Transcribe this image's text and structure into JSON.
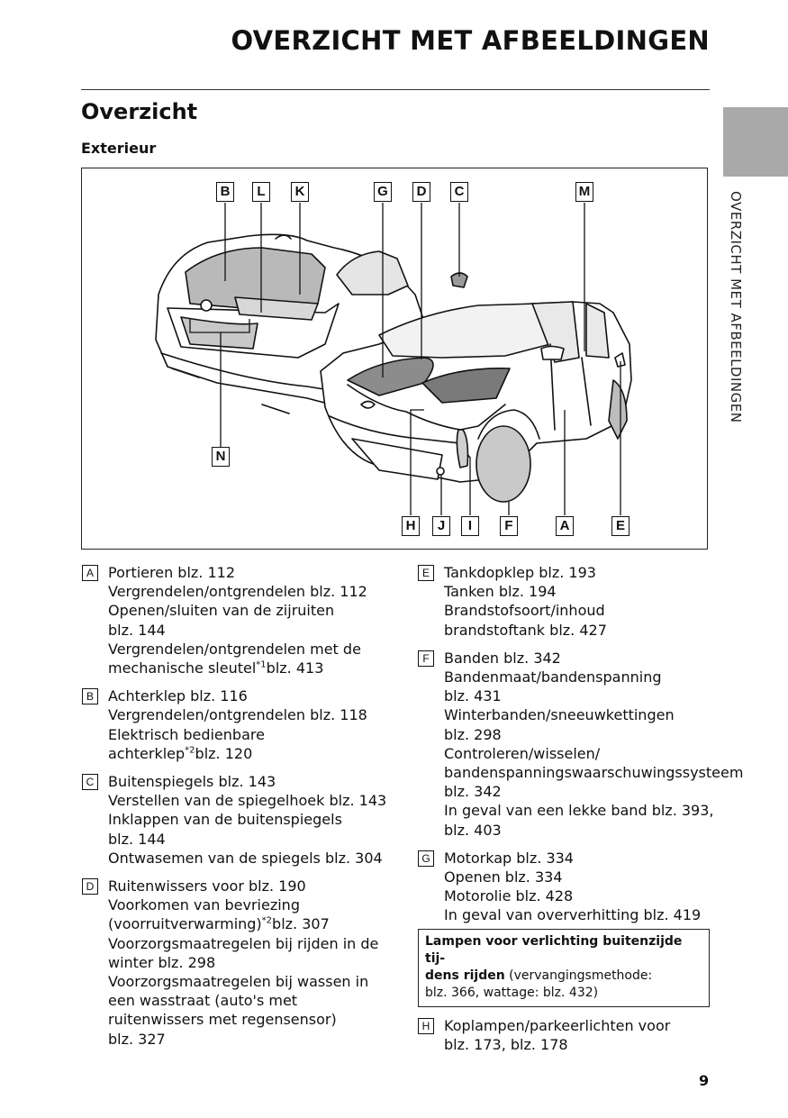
{
  "header": {
    "chapter_title": "OVERZICHT MET AFBEELDINGEN"
  },
  "section": {
    "title": "Overzicht",
    "subtitle": "Exterieur"
  },
  "side_tab": {
    "label": "OVERZICHT MET AFBEELDINGEN"
  },
  "callouts": {
    "B": "B",
    "L": "L",
    "K": "K",
    "G": "G",
    "D": "D",
    "C": "C",
    "M": "M",
    "N": "N",
    "H": "H",
    "J": "J",
    "I": "I",
    "F": "F",
    "A": "A",
    "E": "E"
  },
  "entries_left": [
    {
      "letter": "A",
      "title": "Portieren blz. 112",
      "lines": [
        "Vergrendelen/ontgrendelen blz. 112",
        "Openen/sluiten van de zijruiten",
        "blz. 144",
        "Vergrendelen/ontgrendelen met de"
      ],
      "note_line": {
        "before": "mechanische sleutel",
        "sup": "*1",
        "after": "blz. 413"
      }
    },
    {
      "letter": "B",
      "title": "Achterklep blz. 116",
      "lines": [
        "Vergrendelen/ontgrendelen blz. 118",
        "Elektrisch bedienbare"
      ],
      "note_line": {
        "before": "achterklep",
        "sup": "*2",
        "after": "blz. 120"
      }
    },
    {
      "letter": "C",
      "title": "Buitenspiegels blz. 143",
      "lines": [
        "Verstellen van de spiegelhoek blz. 143",
        "Inklappen van de buitenspiegels",
        "blz. 144",
        "Ontwasemen van de spiegels blz. 304"
      ]
    },
    {
      "letter": "D",
      "title": "Ruitenwissers voor blz. 190",
      "lines": [
        "Voorkomen van bevriezing"
      ],
      "note_line": {
        "before": "(voorruitverwarming)",
        "sup": "*2",
        "after": "blz. 307"
      },
      "lines_after": [
        "Voorzorgsmaatregelen bij rijden in de",
        "winter blz. 298",
        "Voorzorgsmaatregelen bij wassen in",
        "een wasstraat (auto's met",
        "ruitenwissers met regensensor)",
        "blz. 327"
      ]
    }
  ],
  "entries_right": [
    {
      "letter": "E",
      "title": "Tankdopklep blz. 193",
      "lines": [
        "Tanken blz. 194",
        "Brandstofsoort/inhoud",
        "brandstoftank blz. 427"
      ]
    },
    {
      "letter": "F",
      "title": "Banden blz. 342",
      "lines": [
        "Bandenmaat/bandenspanning",
        "blz. 431",
        "Winterbanden/sneeuwkettingen",
        "blz. 298",
        "Controleren/wisselen/",
        "bandenspanningswaarschuwingssysteem",
        "blz. 342",
        "In geval van een lekke band blz. 393,",
        "blz. 403"
      ]
    },
    {
      "letter": "G",
      "title": "Motorkap blz. 334",
      "lines": [
        "Openen blz. 334",
        "Motorolie blz. 428",
        "In geval van oververhitting blz. 419"
      ]
    }
  ],
  "lamp_box": {
    "bold_line1": "Lampen voor verlichting buitenzijde tij-",
    "bold_line2": "dens rijden",
    "rest_line2": " (vervangingsmethode:",
    "line3": "blz. 366, wattage: blz. 432)"
  },
  "entry_h": {
    "letter": "H",
    "title": "Koplampen/parkeerlichten voor",
    "lines": [
      "blz. 173, blz. 178"
    ]
  },
  "page_number": "9"
}
